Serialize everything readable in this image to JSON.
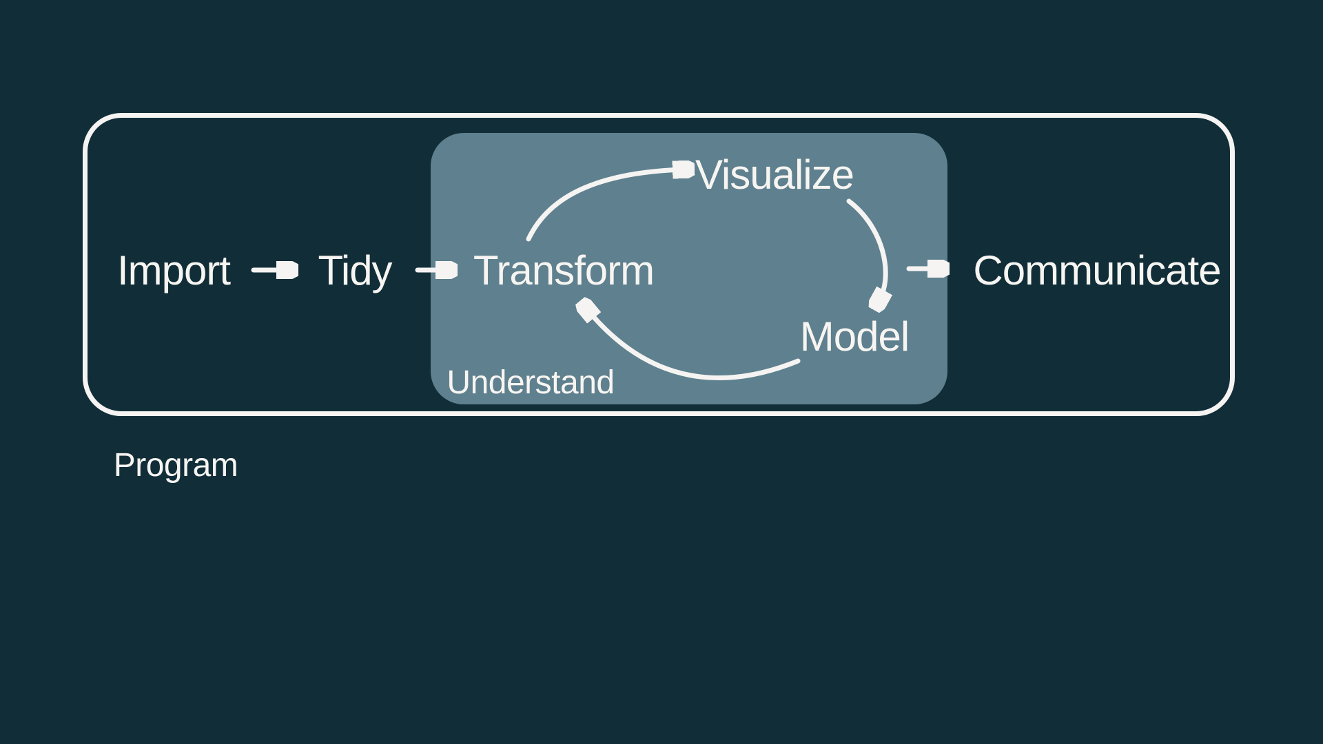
{
  "diagram": {
    "nodes": {
      "import": "Import",
      "tidy": "Tidy",
      "transform": "Transform",
      "visualize": "Visualize",
      "model": "Model",
      "communicate": "Communicate"
    },
    "group_labels": {
      "understand": "Understand",
      "program": "Program"
    },
    "flow": [
      "Import -> Tidy",
      "Tidy -> Transform",
      "Transform -> Visualize",
      "Visualize -> Model",
      "Model -> Transform",
      "Understand -> Communicate"
    ]
  },
  "colors": {
    "background": "#112e38",
    "inner_box": "#5f808e",
    "stroke": "#f5f4f2",
    "text": "#f7f5f2"
  }
}
